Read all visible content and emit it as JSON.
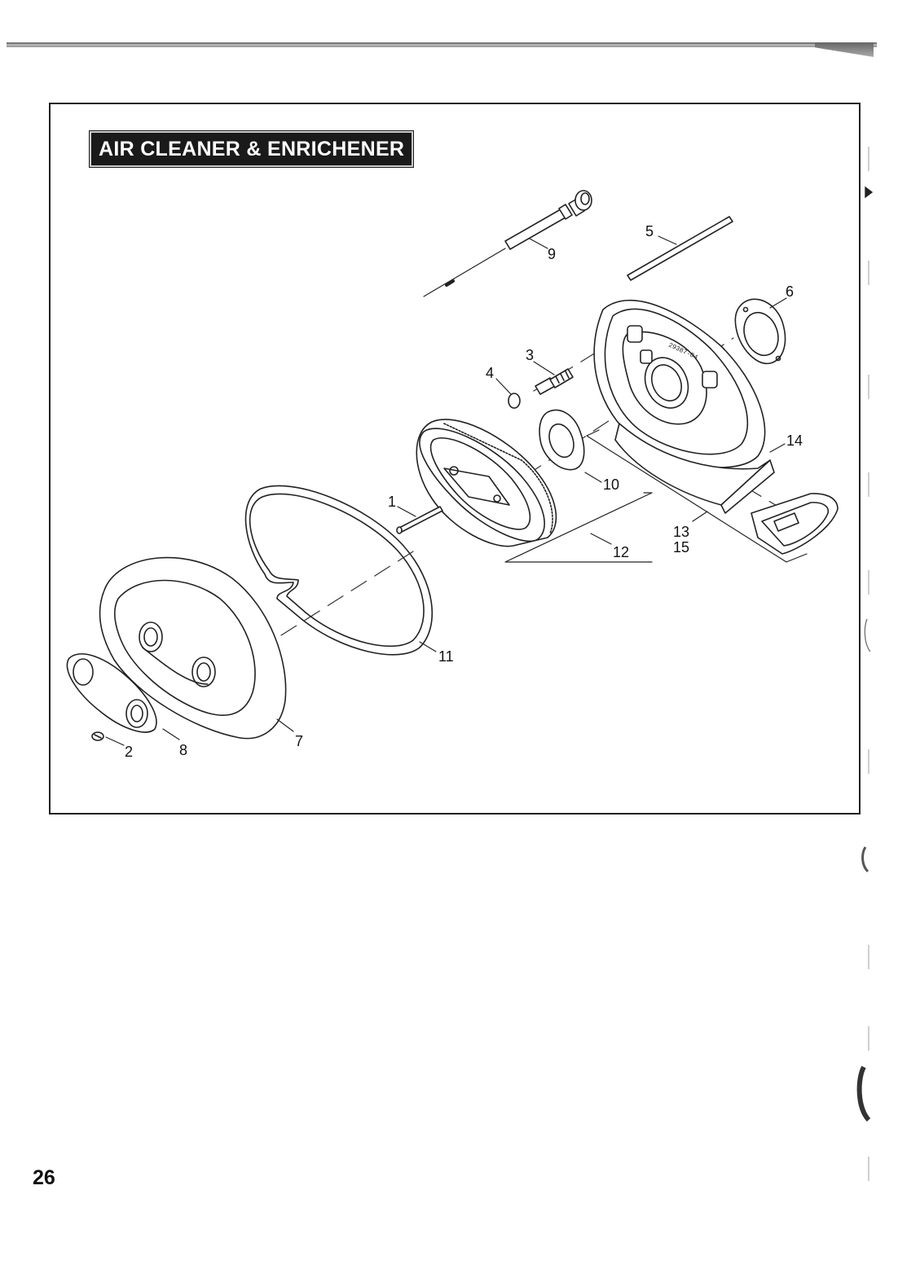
{
  "diagram": {
    "title": "AIR CLEANER & ENRICHENER",
    "part_stamp": "29387-04",
    "callouts": [
      "1",
      "2",
      "3",
      "4",
      "5",
      "6",
      "7",
      "8",
      "9",
      "10",
      "11",
      "12",
      "13",
      "14",
      "15"
    ]
  },
  "page": {
    "number": "26"
  }
}
